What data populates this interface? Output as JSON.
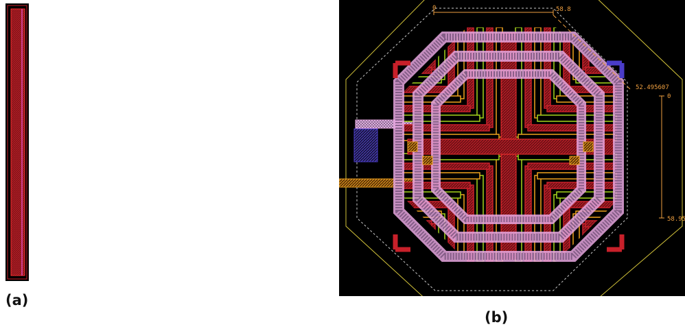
{
  "captions": {
    "a": "(a)",
    "b": "(b)"
  },
  "ruler": {
    "top_start": "0",
    "top_end": "58.8",
    "diagonal": "52.495607",
    "right_start": "0",
    "right_end": "58.95"
  },
  "colors": {
    "background": "#000000",
    "metal_red": "#c8202a",
    "metal_green": "#a6d51c",
    "metal_orange": "#f0a21e",
    "via_pink": "#e8a7e0",
    "ruler": "#f0a040",
    "boundary": "#d4c43a",
    "blue_layer": "#4a3cc8"
  }
}
